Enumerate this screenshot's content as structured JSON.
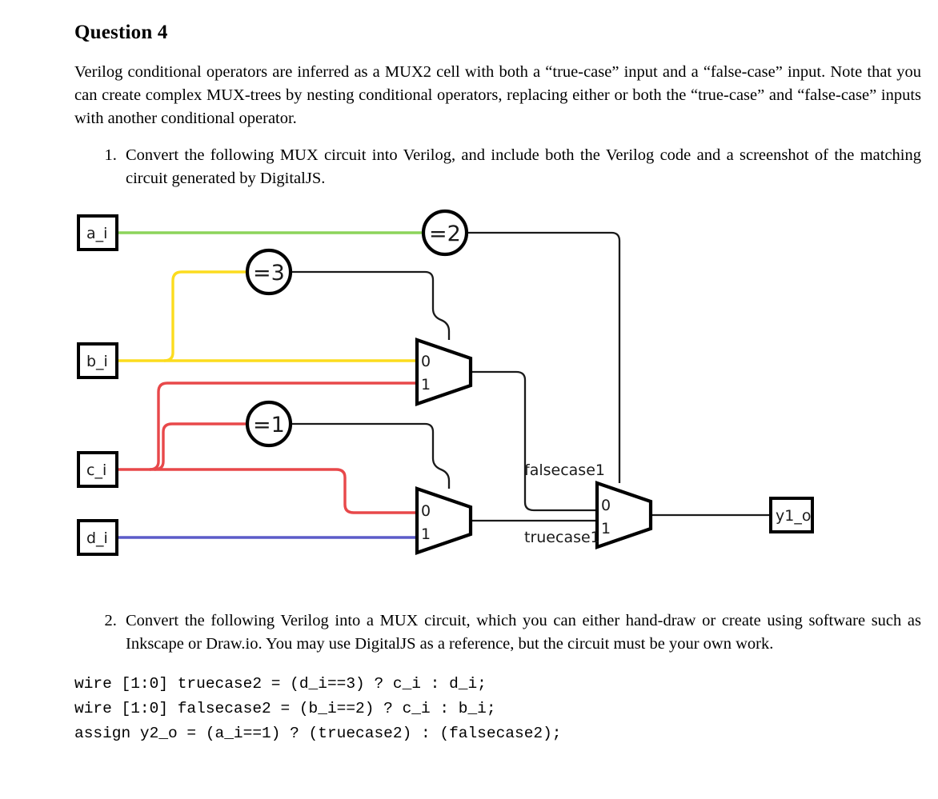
{
  "document": {
    "title": "Question 4",
    "intro": "Verilog conditional operators are inferred as a MUX2 cell with both a “true-case” input and a “false-case” input. Note that you can create complex MUX-trees by nesting conditional operators, replacing either or both the “true-case” and “false-case” inputs with another conditional operator.",
    "items": [
      "Convert the following MUX circuit into Verilog, and include both the Verilog code and a screenshot of the matching circuit generated by DigitalJS.",
      "Convert the following Verilog into a MUX circuit, which you can either hand-draw or create using software such as Inkscape or Draw.io. You may use DigitalJS as a reference, but the circuit must be your own work."
    ],
    "code": "wire [1:0] truecase2 = (d_i==3) ? c_i : d_i;\nwire [1:0] falsecase2 = (b_i==2) ? c_i : b_i;\nassign y2_o = (a_i==1) ? (truecase2) : (falsecase2);"
  },
  "circuit": {
    "inputs": [
      {
        "label": "a_i",
        "wire_color": "#8CD45A"
      },
      {
        "label": "b_i",
        "wire_color": "#FCDC1E"
      },
      {
        "label": "c_i",
        "wire_color": "#E8484A"
      },
      {
        "label": "d_i",
        "wire_color": "#5B5BC8"
      }
    ],
    "outputs": [
      {
        "label": "y1_o",
        "wire_color": "#1a1a1a"
      }
    ],
    "comparators": [
      {
        "label": "=2",
        "name": "eq2-gate"
      },
      {
        "label": "=3",
        "name": "eq3-gate"
      },
      {
        "label": "=1",
        "name": "eq1-gate"
      }
    ],
    "muxes": [
      {
        "name": "mux-top",
        "sel_labels": [
          "0",
          "1"
        ],
        "input_0": "b_i",
        "input_1": "c_i",
        "select": "=3"
      },
      {
        "name": "mux-bottom",
        "sel_labels": [
          "0",
          "1"
        ],
        "input_0": "c_i",
        "input_1": "d_i",
        "select": "=1"
      },
      {
        "name": "mux-final",
        "sel_labels": [
          "0",
          "1"
        ],
        "input_0": "falsecase1",
        "input_1": "truecase1",
        "select": "=2"
      }
    ],
    "wire_labels": [
      {
        "text": "falsecase1"
      },
      {
        "text": "truecase1"
      }
    ],
    "colors": {
      "green": "#8CD45A",
      "yellow": "#FCDC1E",
      "red": "#E8484A",
      "blue": "#5B5BC8",
      "black": "#1a1a1a"
    }
  }
}
